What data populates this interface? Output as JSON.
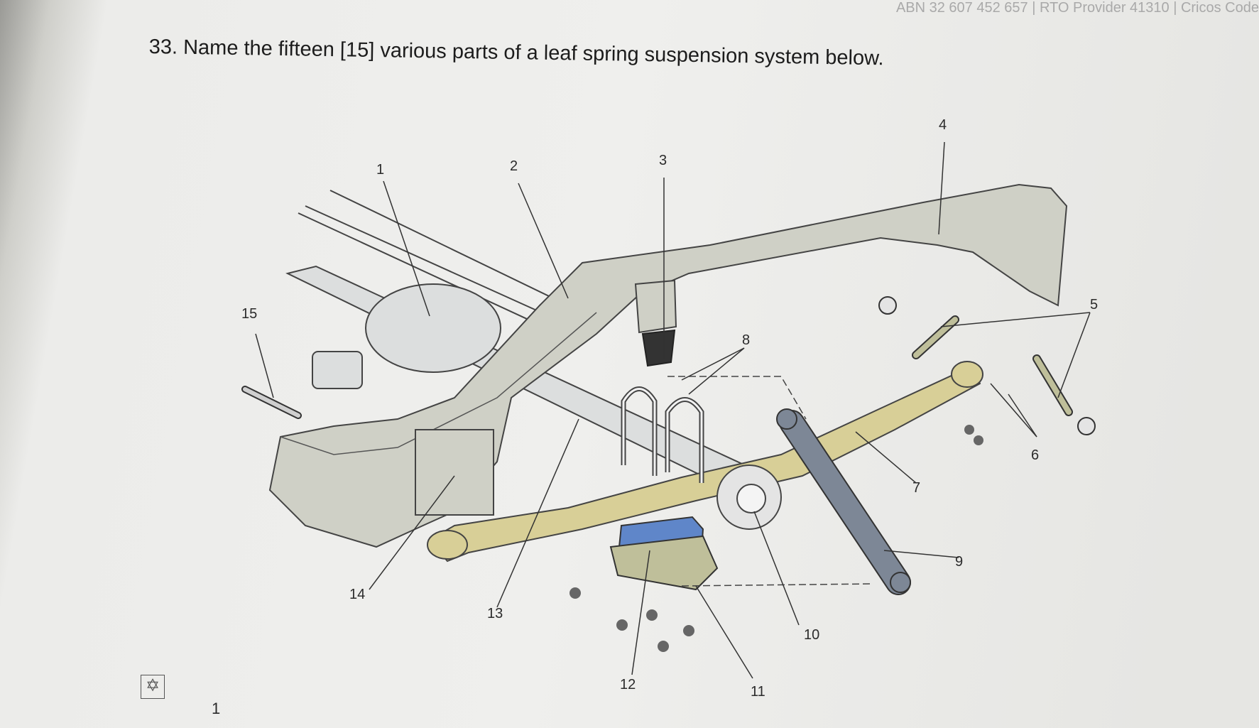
{
  "header": {
    "text": "ABN 32 607 452 657 | RTO Provider 41310 | Cricos Code"
  },
  "question": {
    "text": "33. Name the fifteen [15] various parts of a leaf spring suspension system below."
  },
  "diagram": {
    "callouts": [
      {
        "id": "1",
        "label": "1"
      },
      {
        "id": "2",
        "label": "2"
      },
      {
        "id": "3",
        "label": "3"
      },
      {
        "id": "4",
        "label": "4"
      },
      {
        "id": "5",
        "label": "5"
      },
      {
        "id": "6",
        "label": "6"
      },
      {
        "id": "7",
        "label": "7"
      },
      {
        "id": "8",
        "label": "8"
      },
      {
        "id": "9",
        "label": "9"
      },
      {
        "id": "10",
        "label": "10"
      },
      {
        "id": "11",
        "label": "11"
      },
      {
        "id": "12",
        "label": "12"
      },
      {
        "id": "13",
        "label": "13"
      },
      {
        "id": "14",
        "label": "14"
      },
      {
        "id": "15",
        "label": "15"
      }
    ],
    "colors": {
      "frame": "#cfd0c6",
      "leaf_spring": "#d8cf97",
      "shock_absorber": "#7d8796",
      "spring_seat": "#5f86c9",
      "axle": "#dcdede"
    }
  },
  "page": {
    "number": "1",
    "anchor_icon": "move-anchor-icon"
  }
}
